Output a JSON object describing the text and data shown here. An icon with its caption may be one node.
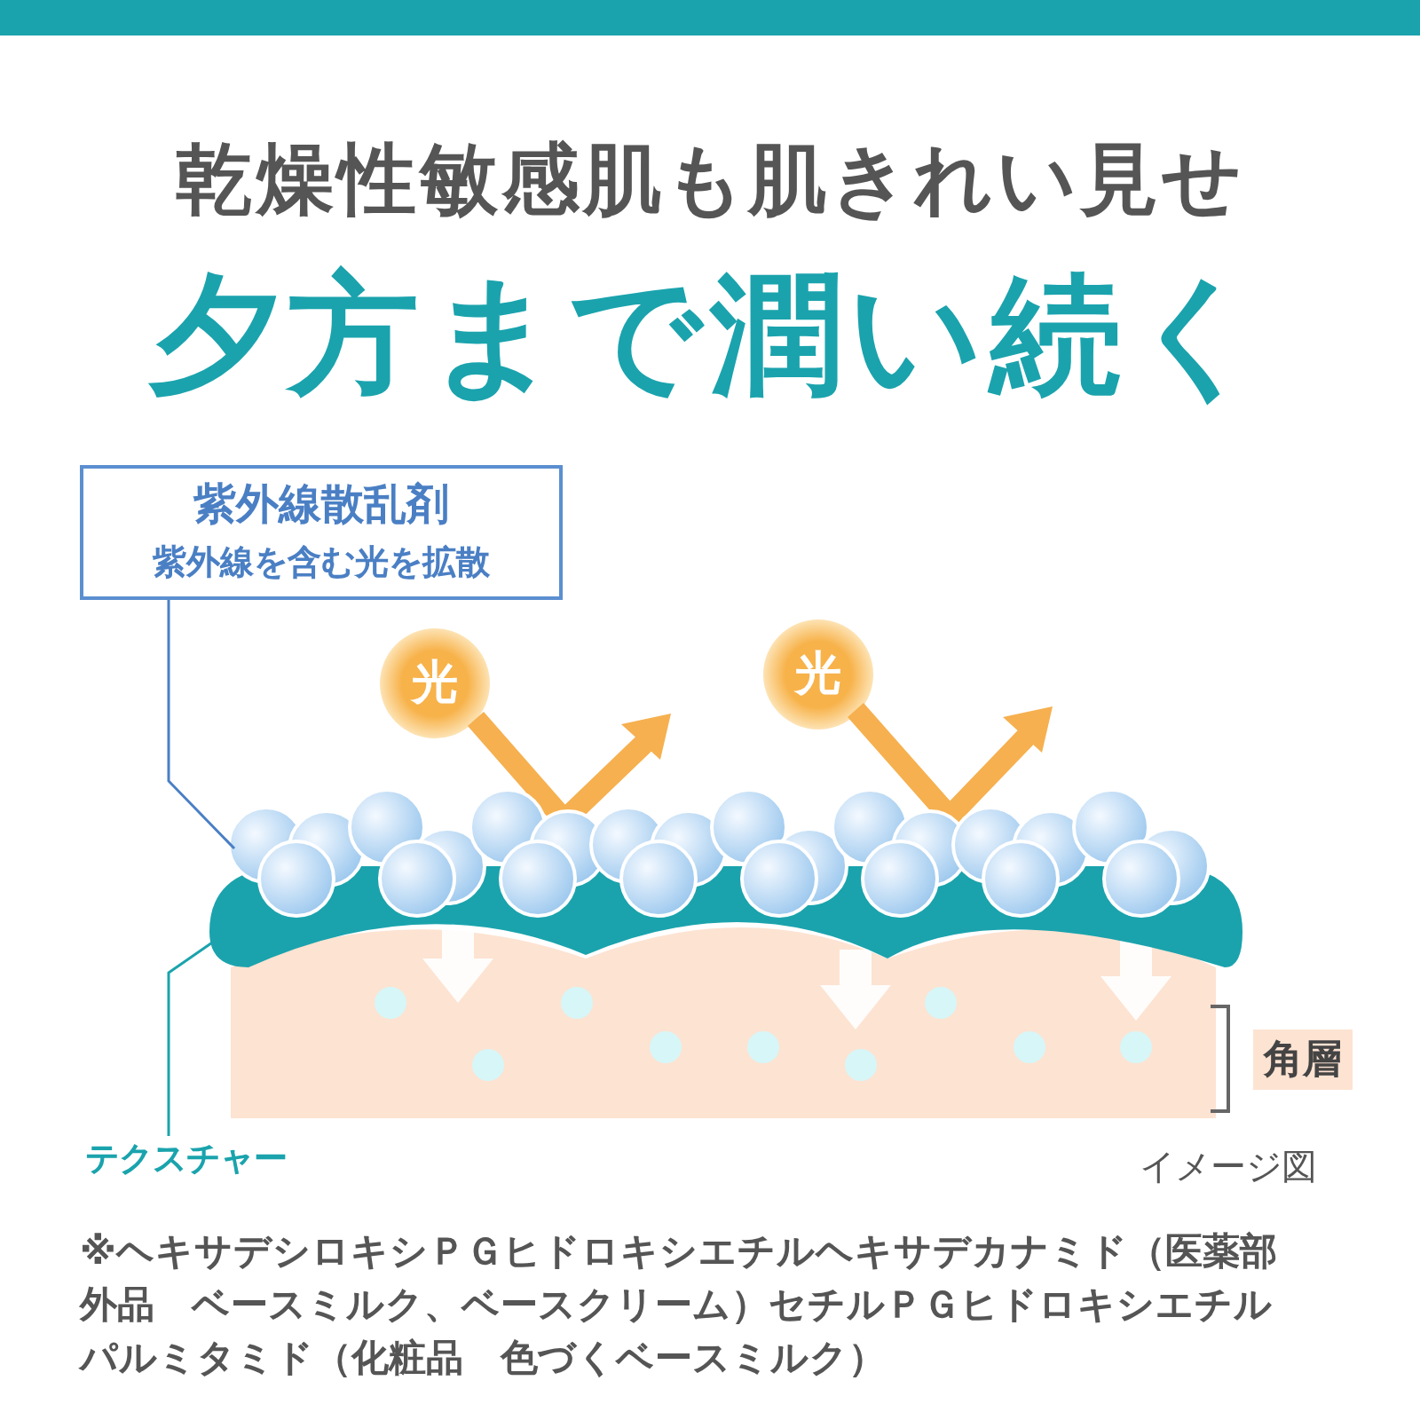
{
  "diagram": {
    "title": "乾燥性敏感肌も肌きれい見せ",
    "nodes": [
      {
        "text": [],
        "shape": "bar"
      },
      {
        "text": [
          "紫外線散乱剤",
          "紫外線を含む光を拡散"
        ]
      },
      {
        "text": [],
        "shape": "picture"
      },
      {
        "text": [
          "テクスチャー"
        ]
      },
      {
        "text": [],
        "shape": "picture"
      }
    ],
    "edges": [
      {
        "from": 1,
        "to": 2,
        "arrow": "none"
      },
      {
        "from": 3,
        "to": 4,
        "arrow": "none"
      }
    ],
    "labels": [
      "夕方まで潤い続く",
      "光",
      "光",
      "角層",
      "イメージ図"
    ],
    "caption": "※ヘキサデシロキシＰＧヒドロキシエチルヘキサデカナミド（医薬部外品　ベースミルク、ベースクリーム）セチルＰＧヒドロキシエチルパルミタミド（化粧品　色づくベースミルク）"
  }
}
